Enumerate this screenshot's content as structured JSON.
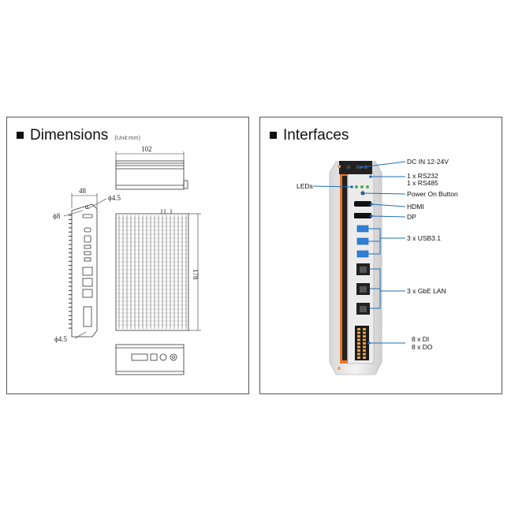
{
  "dimensions": {
    "title": "Dimensions",
    "unit_note": "(Unit:mm)",
    "width_label": "102",
    "depth_label": "48",
    "height_label": "178",
    "hole_top_label": "ϕ4.5",
    "hole_side_label": "ϕ8",
    "hole_bottom_label": "ϕ4.5"
  },
  "interfaces": {
    "title": "Interfaces",
    "callouts": {
      "dc_in": "DC IN 12-24V",
      "rs232": "1 x RS232",
      "rs485": "1 x RS485",
      "leds": "LEDs",
      "power": "Power On Button",
      "hdmi": "HDMI",
      "dp": "DP",
      "usb": "3 x USB3.1",
      "lan": "3 x GbE LAN",
      "di": "8 x DI",
      "do": "8 x DO"
    },
    "colors": {
      "callout": "#1f6fb5",
      "usb": "#2f7fd8",
      "strip": "#e8762d",
      "led": "#4caf50"
    }
  }
}
